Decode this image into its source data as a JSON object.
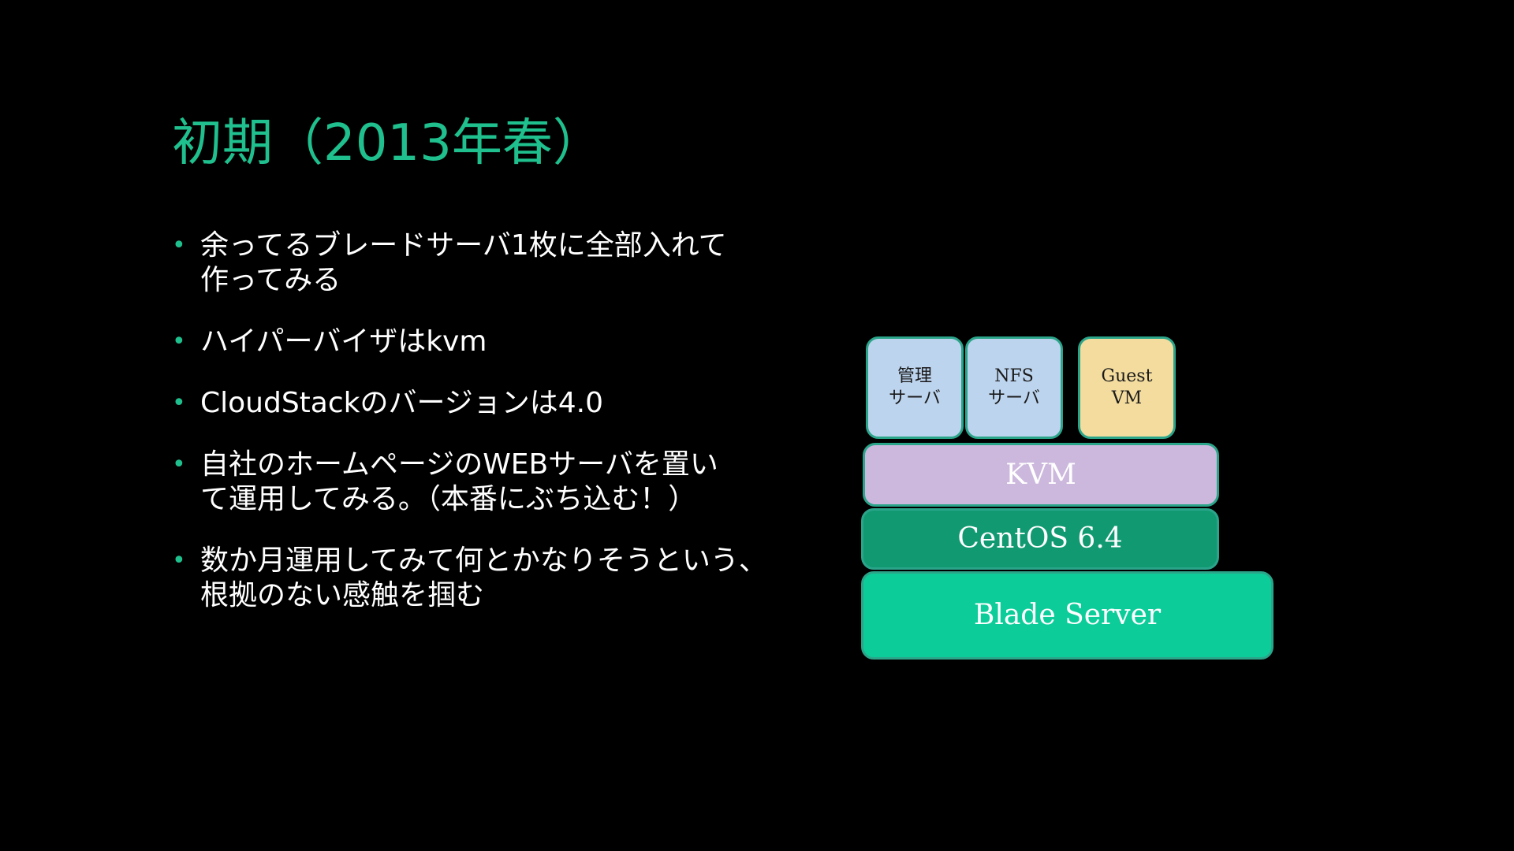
{
  "slide": {
    "title": "初期（2013年春）",
    "title_color": "#1fc08e",
    "bullet_color": "#1fc08e",
    "bullet_symbol": "•",
    "bullets": [
      {
        "lines": [
          "余ってるブレードサーバ1枚に全部入れて",
          "作ってみる"
        ]
      },
      {
        "lines": [
          "ハイパーバイザはkvm"
        ]
      },
      {
        "lines": [
          "CloudStackのバージョンは4.0"
        ]
      },
      {
        "lines": [
          "自社のホームページのWEBサーバを置い",
          "て運用してみる。（本番にぶち込む！）"
        ]
      },
      {
        "lines": [
          "数か月運用してみて何とかなりそうという、",
          "根拠のない感触を掴む"
        ]
      }
    ]
  },
  "diagram": {
    "stroke_color": "#2ba58a",
    "layers": {
      "mgmt_server": {
        "lines": [
          "管理",
          "サーバ"
        ],
        "fill": "#bdd4ee"
      },
      "nfs_server": {
        "lines": [
          "NFS",
          "サーバ"
        ],
        "fill": "#bdd4ee"
      },
      "guest_vm": {
        "lines": [
          "Guest",
          "VM"
        ],
        "fill": "#f3dc9e"
      },
      "kvm": {
        "label": "KVM",
        "fill": "#ccb8dd"
      },
      "centos": {
        "label": "CentOS 6.4",
        "fill": "#119a72"
      },
      "blade_server": {
        "label": "Blade Server",
        "fill": "#0ccd9a"
      }
    }
  }
}
